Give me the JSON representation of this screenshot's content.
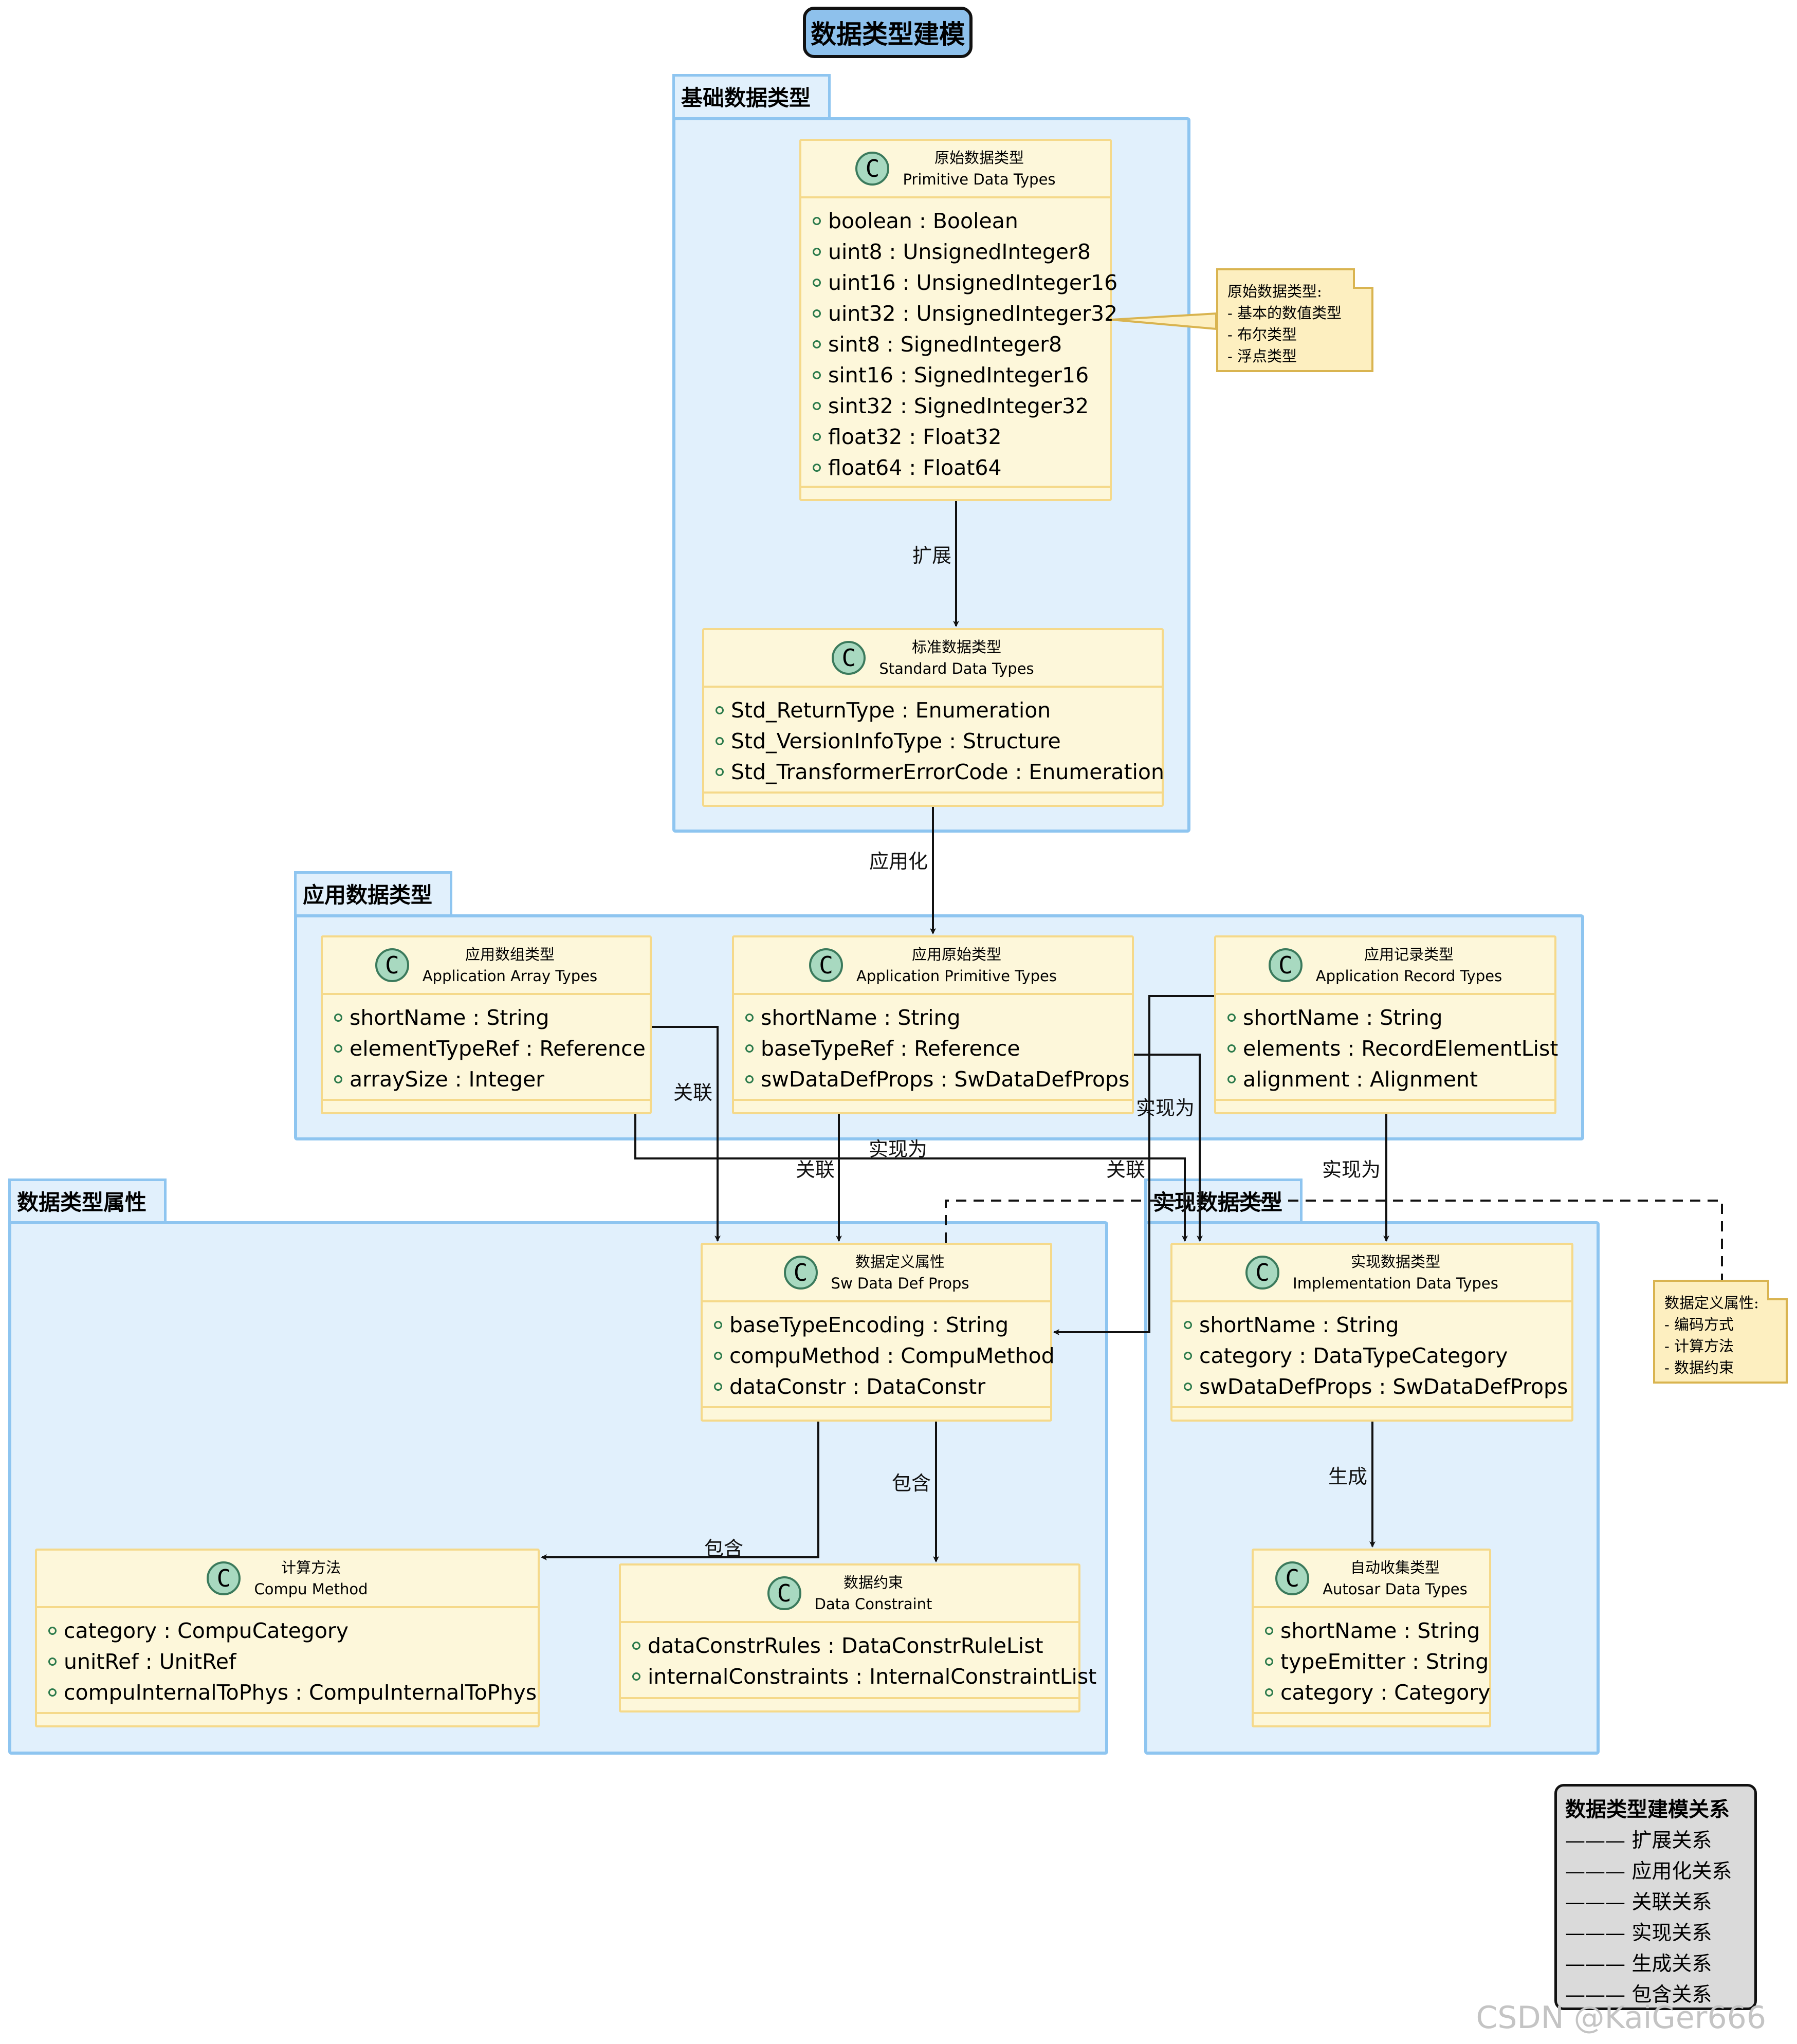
{
  "title": "数据类型建模",
  "packages": {
    "basic": "基础数据类型",
    "application": "应用数据类型",
    "props": "数据类型属性",
    "impl": "实现数据类型"
  },
  "classes": {
    "primitive": {
      "cn": "原始数据类型",
      "en": "Primitive Data Types",
      "attrs": [
        "boolean : Boolean",
        "uint8 : UnsignedInteger8",
        "uint16 : UnsignedInteger16",
        "uint32 : UnsignedInteger32",
        "sint8 : SignedInteger8",
        "sint16 : SignedInteger16",
        "sint32 : SignedInteger32",
        "float32 : Float32",
        "float64 : Float64"
      ]
    },
    "standard": {
      "cn": "标准数据类型",
      "en": "Standard Data Types",
      "attrs": [
        "Std_ReturnType : Enumeration",
        "Std_VersionInfoType : Structure",
        "Std_TransformerErrorCode : Enumeration"
      ]
    },
    "app_array": {
      "cn": "应用数组类型",
      "en": "Application Array Types",
      "attrs": [
        "shortName : String",
        "elementTypeRef : Reference",
        "arraySize : Integer"
      ]
    },
    "app_primitive": {
      "cn": "应用原始类型",
      "en": "Application Primitive Types",
      "attrs": [
        "shortName : String",
        "baseTypeRef : Reference",
        "swDataDefProps : SwDataDefProps"
      ]
    },
    "app_record": {
      "cn": "应用记录类型",
      "en": "Application Record Types",
      "attrs": [
        "shortName : String",
        "elements : RecordElementList",
        "alignment : Alignment"
      ]
    },
    "sw_data_def": {
      "cn": "数据定义属性",
      "en": "Sw Data Def Props",
      "attrs": [
        "baseTypeEncoding : String",
        "compuMethod : CompuMethod",
        "dataConstr : DataConstr"
      ]
    },
    "impl_types": {
      "cn": "实现数据类型",
      "en": "Implementation Data Types",
      "attrs": [
        "shortName : String",
        "category : DataTypeCategory",
        "swDataDefProps : SwDataDefProps"
      ]
    },
    "compu_method": {
      "cn": "计算方法",
      "en": "Compu Method",
      "attrs": [
        "category : CompuCategory",
        "unitRef : UnitRef",
        "compuInternalToPhys : CompuInternalToPhys"
      ]
    },
    "data_constraint": {
      "cn": "数据约束",
      "en": "Data Constraint",
      "attrs": [
        "dataConstrRules : DataConstrRuleList",
        "internalConstraints : InternalConstraintList"
      ]
    },
    "autosar": {
      "cn": "自动收集类型",
      "en": "Autosar Data Types",
      "attrs": [
        "shortName : String",
        "typeEmitter : String",
        "category : Category"
      ]
    }
  },
  "notes": {
    "primitive": [
      "原始数据类型:",
      "- 基本的数值类型",
      "- 布尔类型",
      "- 浮点类型"
    ],
    "swdata": [
      "数据定义属性:",
      "- 编码方式",
      "- 计算方法",
      "- 数据约束"
    ]
  },
  "edge_labels": {
    "extend": "扩展",
    "applicationize": "应用化",
    "assoc_array": "关联",
    "assoc_primitive": "关联",
    "impl_array": "实现为",
    "impl_primitive": "实现为",
    "assoc_record": "关联",
    "impl_record": "实现为",
    "contain_constraint": "包含",
    "contain_compu": "包含",
    "generate": "生成"
  },
  "legend": {
    "title": "数据类型建模关系",
    "items": [
      "——— 扩展关系",
      "——— 应用化关系",
      "——— 关联关系",
      "——— 实现关系",
      "——— 生成关系",
      "——— 包含关系"
    ]
  },
  "watermark": "CSDN @KaiGer666",
  "colors": {
    "title_bg": "#8ec1ec",
    "package_bg": "#e1f0fc",
    "package_border": "#8ec5f0",
    "class_bg": "#fdf7da",
    "class_border": "#f5d98a",
    "note_bg": "#fdefc0",
    "legend_bg": "#dadada"
  }
}
